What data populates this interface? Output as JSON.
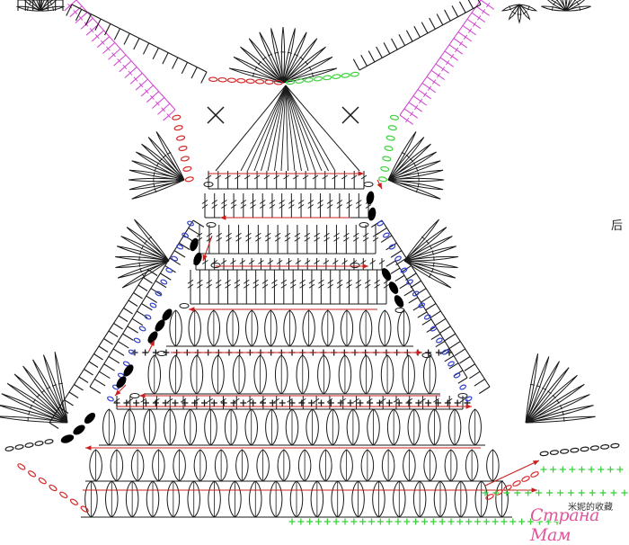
{
  "diagram": {
    "kind": "crochet yoke chart",
    "colors": {
      "stitch": "#1a1a1a",
      "accent_pink": "#d24bd2",
      "accent_red": "#d42a2a",
      "accent_green": "#3ed13e",
      "accent_blue": "#2f3fcf",
      "direction_arrow": "#c8201e",
      "bobble": "#000000"
    },
    "symbols": [
      "chain",
      "double-crochet",
      "treble",
      "shell-fan",
      "bobble-cluster",
      "single-crochet-cross",
      "slip-stitch"
    ],
    "rows_center": 14,
    "direction_arrows": 14
  },
  "labels": {
    "side_mark": "后",
    "credit_cn": "米妮的收藏",
    "watermark": "Страна Мам"
  }
}
